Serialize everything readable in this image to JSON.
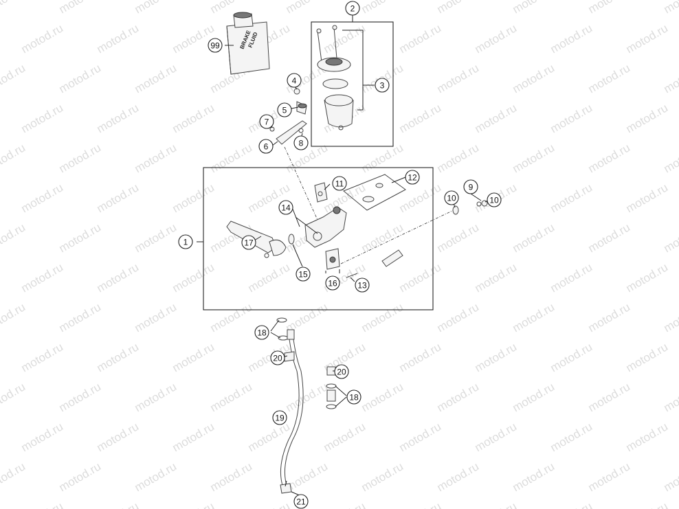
{
  "watermark": "motod.ru",
  "reservoir_label": {
    "line1": "BRAKE",
    "line2": "FLUID"
  },
  "callouts": [
    {
      "id": "c2",
      "label": "2"
    },
    {
      "id": "c3",
      "label": "3"
    },
    {
      "id": "c99",
      "label": "99"
    },
    {
      "id": "c4",
      "label": "4"
    },
    {
      "id": "c5",
      "label": "5"
    },
    {
      "id": "c7",
      "label": "7"
    },
    {
      "id": "c6",
      "label": "6"
    },
    {
      "id": "c8",
      "label": "8"
    },
    {
      "id": "c11",
      "label": "11"
    },
    {
      "id": "c12",
      "label": "12"
    },
    {
      "id": "c9",
      "label": "9"
    },
    {
      "id": "c10a",
      "label": "10"
    },
    {
      "id": "c10b",
      "label": "10"
    },
    {
      "id": "c14",
      "label": "14"
    },
    {
      "id": "c1",
      "label": "1"
    },
    {
      "id": "c17",
      "label": "17"
    },
    {
      "id": "c15",
      "label": "15"
    },
    {
      "id": "c16",
      "label": "16"
    },
    {
      "id": "c13",
      "label": "13"
    },
    {
      "id": "c18a",
      "label": "18"
    },
    {
      "id": "c20a",
      "label": "20"
    },
    {
      "id": "c20b",
      "label": "20"
    },
    {
      "id": "c18b",
      "label": "18"
    },
    {
      "id": "c19",
      "label": "19"
    },
    {
      "id": "c21",
      "label": "21"
    }
  ]
}
